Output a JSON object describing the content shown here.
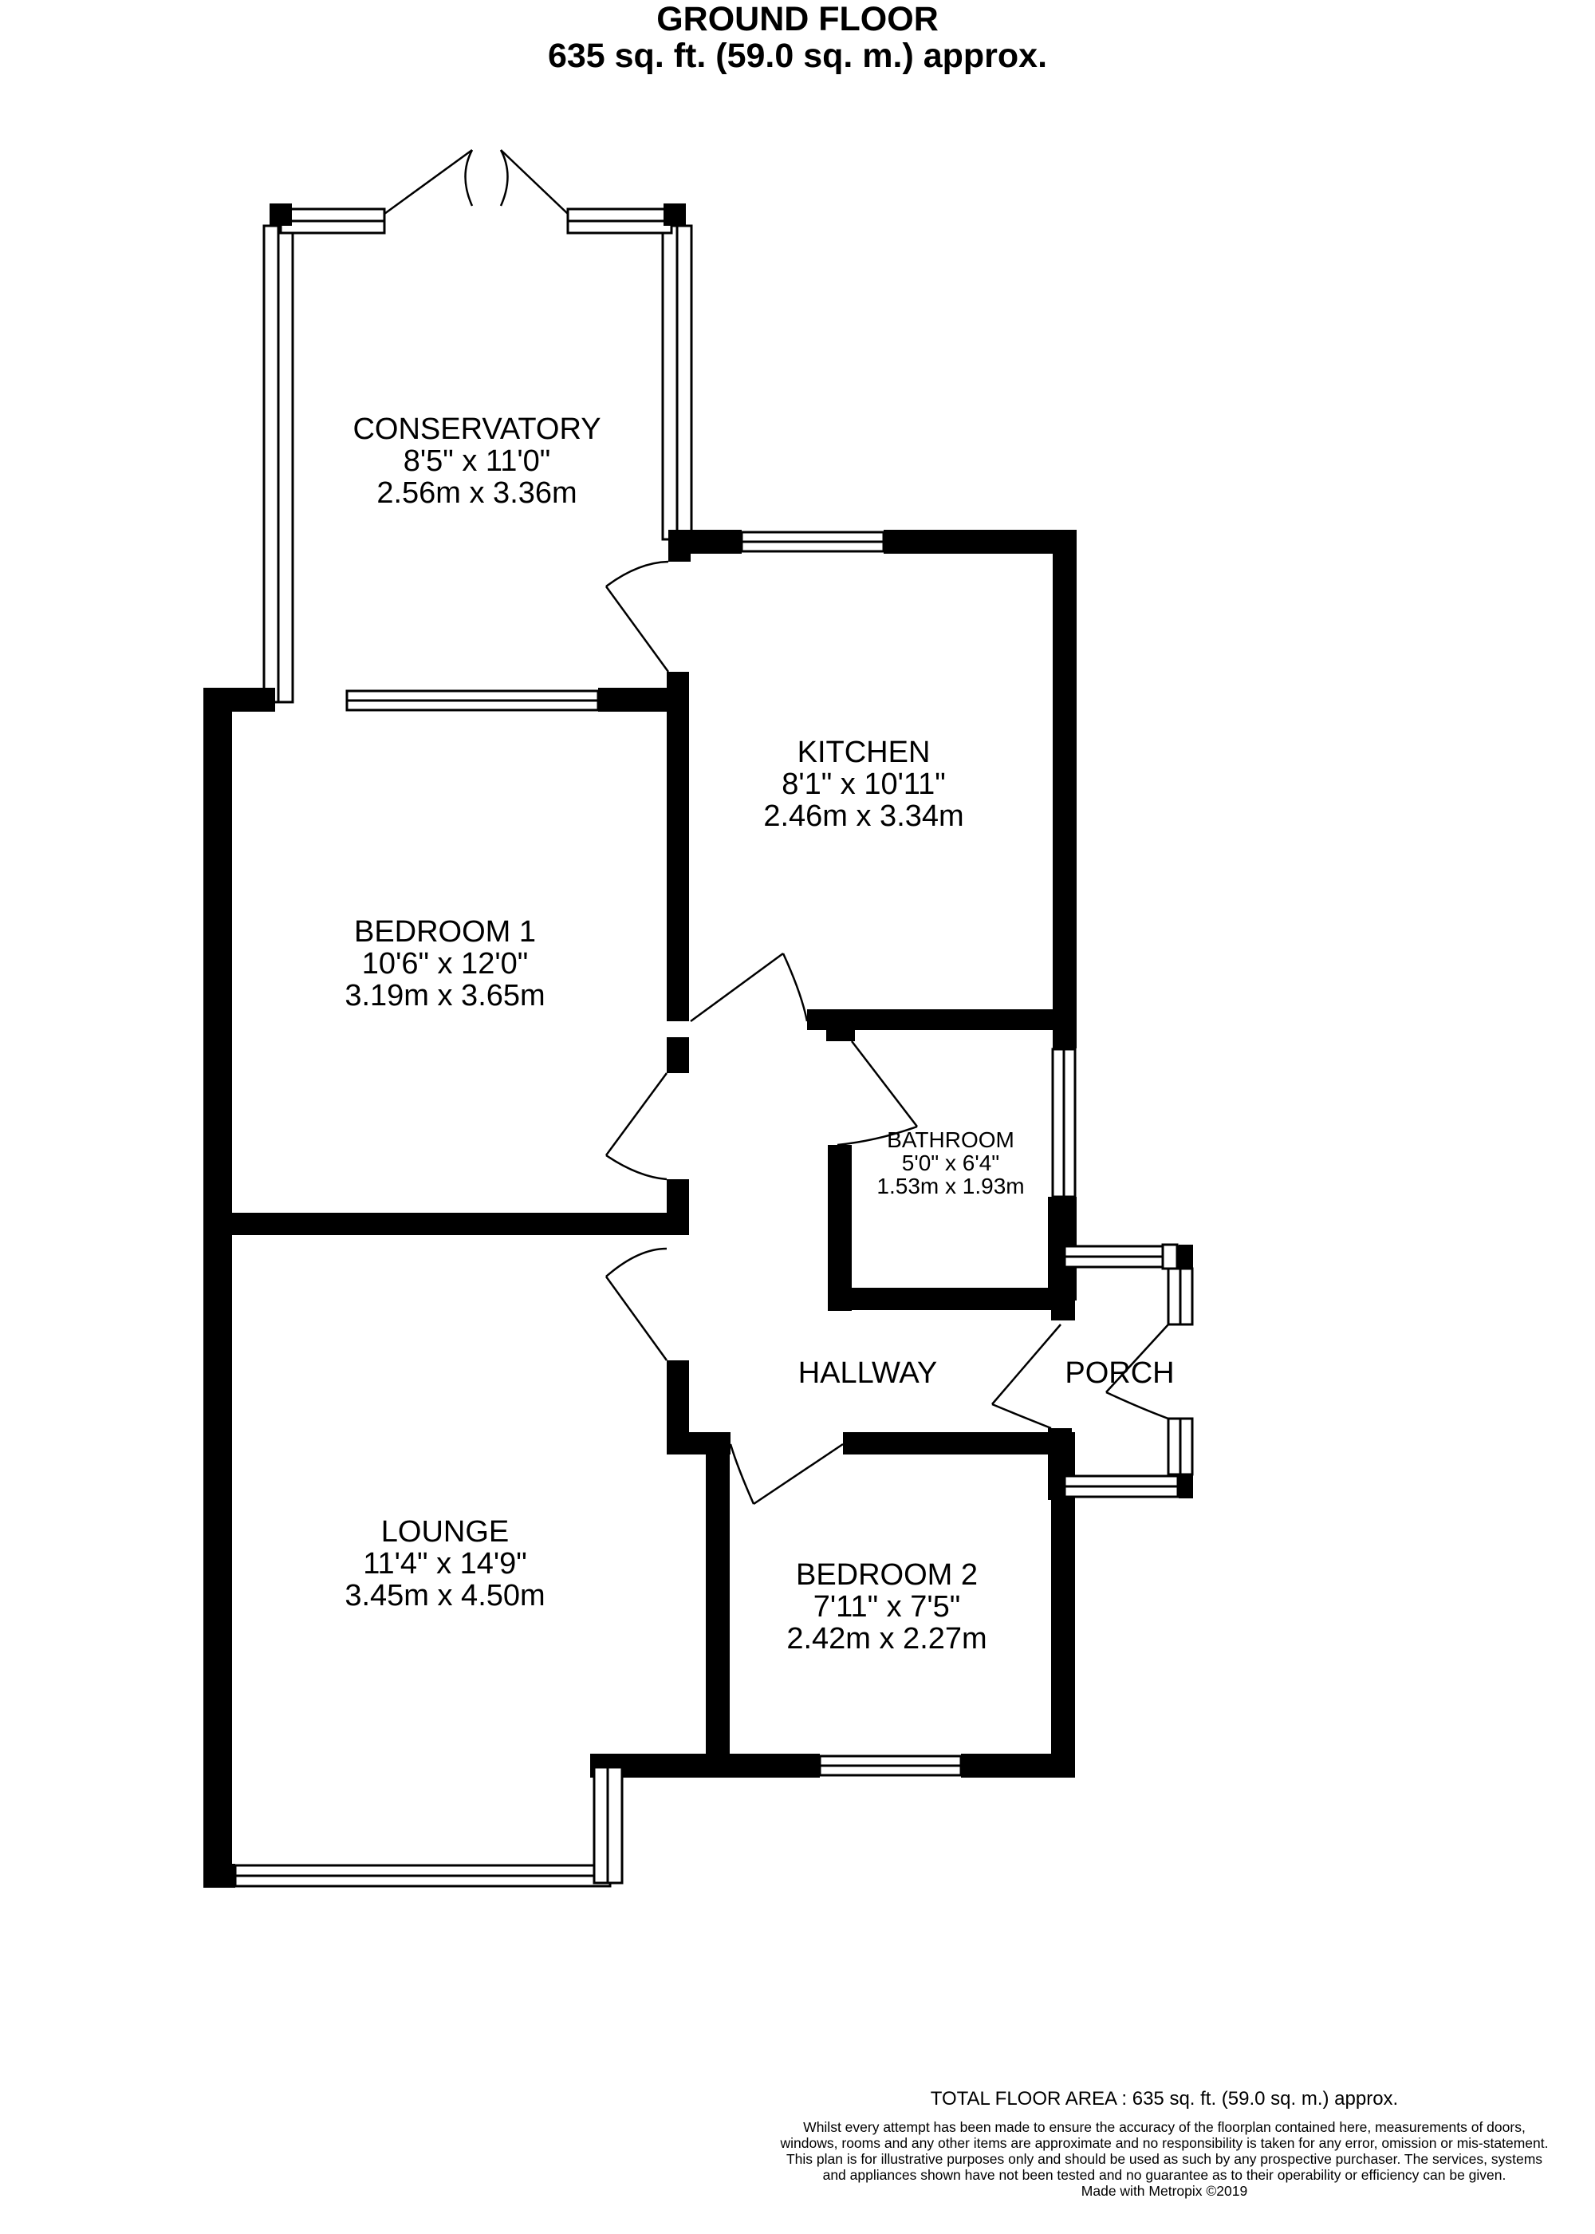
{
  "header": {
    "title": "GROUND FLOOR",
    "area": "635 sq. ft. (59.0 sq. m.) approx."
  },
  "rooms": {
    "conservatory": {
      "name": "CONSERVATORY",
      "imperial": "8'5\"  x 11'0\"",
      "metric": "2.56m  x 3.36m"
    },
    "kitchen": {
      "name": "KITCHEN",
      "imperial": "8'1\"  x 10'11\"",
      "metric": "2.46m  x 3.34m"
    },
    "bedroom1": {
      "name": "BEDROOM 1",
      "imperial": "10'6\"  x 12'0\"",
      "metric": "3.19m  x 3.65m"
    },
    "bathroom": {
      "name": "BATHROOM",
      "imperial": "5'0\"  x 6'4\"",
      "metric": "1.53m  x 1.93m"
    },
    "hallway": {
      "name": "HALLWAY"
    },
    "porch": {
      "name": "PORCH"
    },
    "lounge": {
      "name": "LOUNGE",
      "imperial": "11'4\"  x 14'9\"",
      "metric": "3.45m  x 4.50m"
    },
    "bedroom2": {
      "name": "BEDROOM 2",
      "imperial": "7'11\"  x 7'5\"",
      "metric": "2.42m  x 2.27m"
    }
  },
  "footer": {
    "total_area": "TOTAL FLOOR AREA : 635 sq. ft. (59.0 sq. m.) approx.",
    "disclaimer": "Whilst every attempt has been made to ensure the accuracy of the floorplan contained here, measurements of doors, windows, rooms and any other items are approximate and no responsibility is taken for any error, omission or mis-statement. This plan is for illustrative purposes only and should be used as such by any prospective purchaser. The services, systems and appliances shown have not been tested and no guarantee as to their operability or efficiency can be given.",
    "made_with": "Made with Metropix ©2019"
  }
}
